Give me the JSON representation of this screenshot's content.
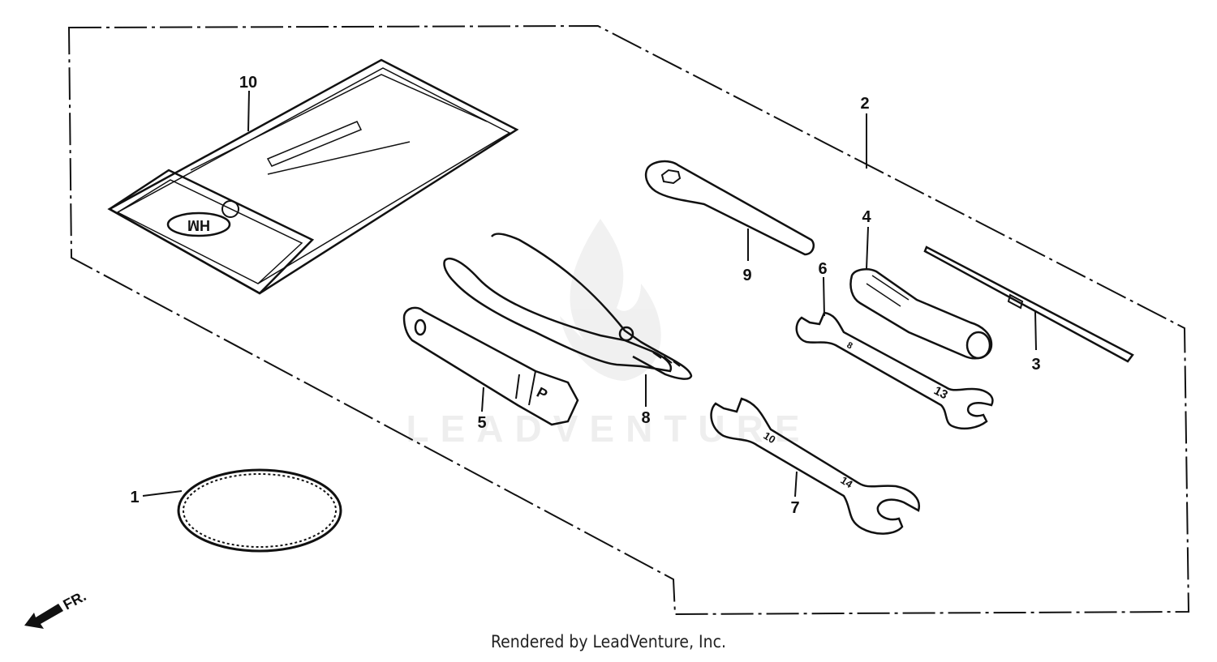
{
  "diagram": {
    "callouts": {
      "c1": "1",
      "c2": "2",
      "c3": "3",
      "c4": "4",
      "c5": "5",
      "c6": "6",
      "c7": "7",
      "c8": "8",
      "c9": "9",
      "c10": "10"
    },
    "direction_label": "FR.",
    "watermark": "LEADVENTURE",
    "pouch_logo": "HM",
    "wrench_small_mark_a": "8",
    "wrench_small_mark_b": "13",
    "wrench_large_mark_a": "10",
    "wrench_large_mark_b": "14",
    "socket_mark": "P"
  },
  "footer": {
    "credit": "Rendered by LeadVenture, Inc."
  }
}
